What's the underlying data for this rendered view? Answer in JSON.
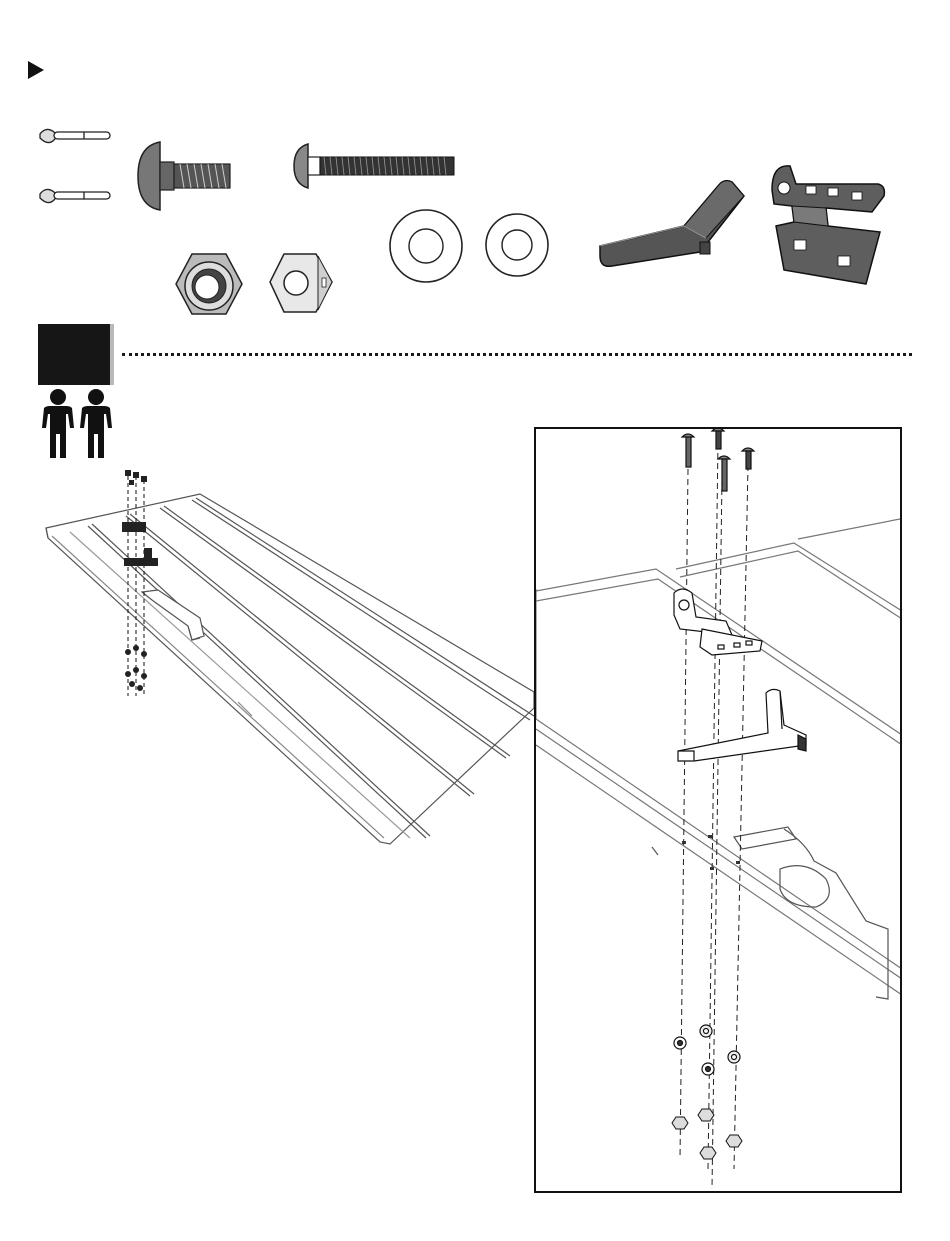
{
  "page": {
    "step_number": "",
    "icons": {
      "arrow": "play-triangle-icon",
      "people": "two-person-icon"
    }
  },
  "hardware_parts": [
    {
      "id": "ratchet-wrench",
      "icon": "ratchet-wrench-icon"
    },
    {
      "id": "carriage-bolt-short",
      "icon": "carriage-bolt-icon"
    },
    {
      "id": "carriage-bolt-long",
      "icon": "carriage-bolt-icon"
    },
    {
      "id": "lock-nut",
      "icon": "lock-nut-icon"
    },
    {
      "id": "hex-nut",
      "icon": "hex-nut-icon"
    },
    {
      "id": "flat-washer-large",
      "icon": "washer-icon"
    },
    {
      "id": "flat-washer-small",
      "icon": "washer-icon"
    },
    {
      "id": "door-handle-bracket",
      "icon": "handle-bracket-icon"
    },
    {
      "id": "hinge-bracket",
      "icon": "hinge-icon"
    }
  ],
  "colors": {
    "ink": "#1a1a1a",
    "part_fill": "#5a5a5a",
    "panel_line": "#6e6e6e",
    "step_box": "#161616",
    "step_box_shadow": "#b9b9b9"
  }
}
